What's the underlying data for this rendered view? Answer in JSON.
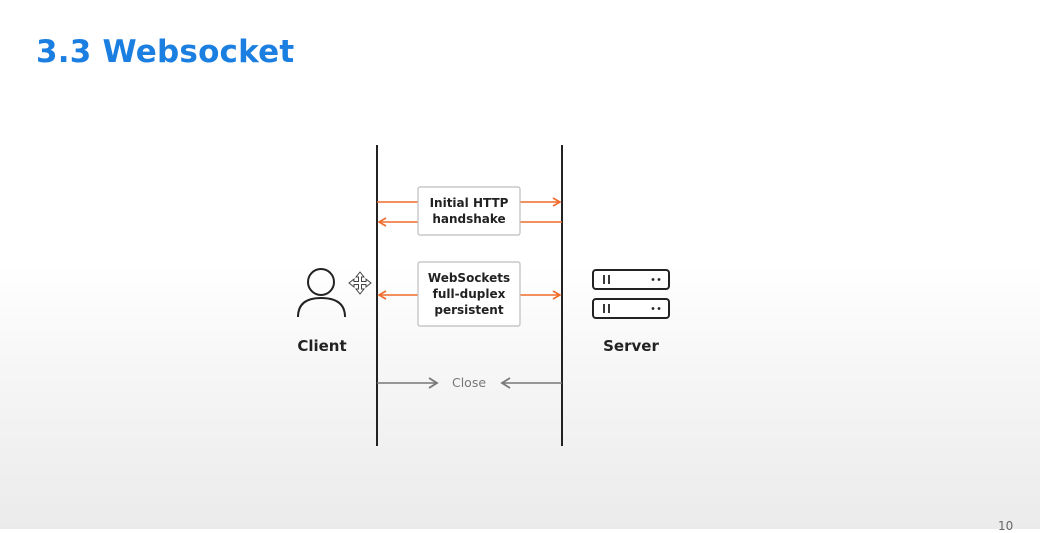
{
  "slide": {
    "title": "3.3 Websocket",
    "page_number": "10"
  },
  "diagram": {
    "client_label": "Client",
    "server_label": "Server",
    "handshake_box": [
      "Initial HTTP",
      "handshake"
    ],
    "websocket_box": [
      "WebSockets",
      "full-duplex",
      "persistent"
    ],
    "close_label": "Close",
    "accent_color": "#f06a2a",
    "title_color": "#1a7fe0"
  }
}
